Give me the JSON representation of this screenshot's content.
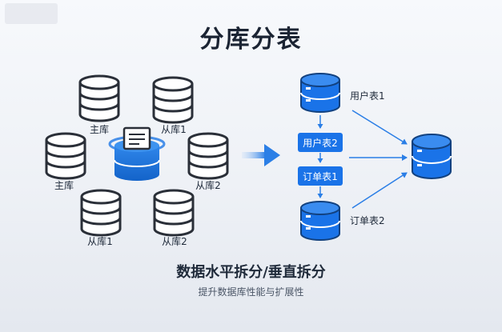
{
  "header": {
    "title": "分库分表"
  },
  "left_cluster": {
    "labels": {
      "top_left": "主库",
      "top_right": "从库1",
      "mid_left": "主库",
      "mid_right": "从库2",
      "bottom_left": "从库1",
      "bottom_right": "从库2"
    }
  },
  "right_flow": {
    "node_user_table_1": "用户表1",
    "node_user_table_2": "用户表2",
    "node_order_table_1": "订单表1",
    "node_order_table_2": "订单表2"
  },
  "footer": {
    "subtitle": "数据水平拆分/垂直拆分",
    "caption": "提升数据库性能与扩展性"
  },
  "colors": {
    "accent_blue": "#1f7ae0",
    "node_blue": "#1a73e8",
    "db_stroke": "#2a2f38",
    "title_text": "#1b2433"
  }
}
